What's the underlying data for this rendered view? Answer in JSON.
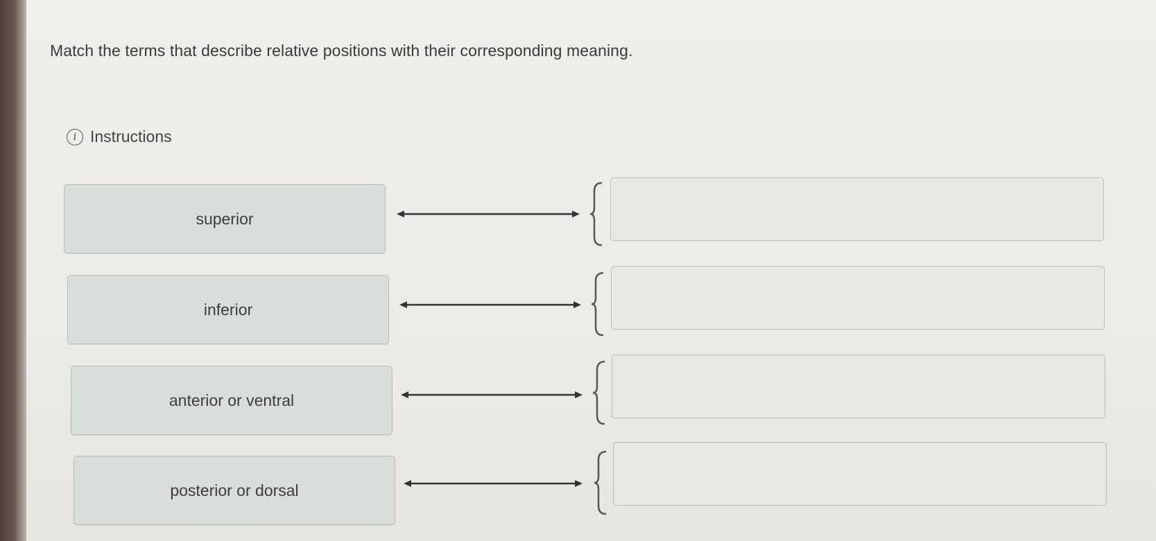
{
  "question": {
    "text": "Match the terms that describe relative positions with their corresponding meaning."
  },
  "instructions": {
    "icon": "info-icon",
    "label": "Instructions"
  },
  "terms": [
    {
      "label": "superior"
    },
    {
      "label": "inferior"
    },
    {
      "label": "anterior or ventral"
    },
    {
      "label": "posterior or dorsal"
    }
  ],
  "meanings": [
    {
      "value": ""
    },
    {
      "value": ""
    },
    {
      "value": ""
    },
    {
      "value": ""
    }
  ],
  "colors": {
    "term_bg": "#d9dedb",
    "slot_bg": "#e7e7e3",
    "line": "#333333"
  }
}
